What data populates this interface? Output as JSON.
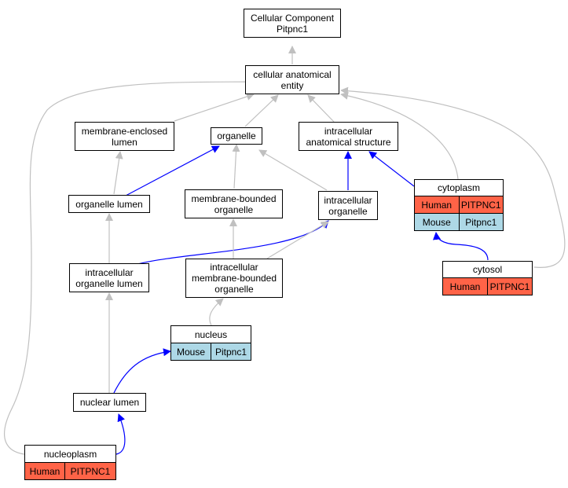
{
  "colors": {
    "is_a_edge": "#c0c0c0",
    "part_of_edge": "#0000ff",
    "human": "#ff6347",
    "mouse": "#add8e6"
  },
  "nodes": {
    "root": {
      "label": "Cellular Component\nPitpnc1"
    },
    "cae": {
      "label": "cellular anatomical\nentity"
    },
    "mel": {
      "label": "membrane-enclosed\nlumen"
    },
    "organelle": {
      "label": "organelle"
    },
    "ias": {
      "label": "intracellular\nanatomical structure"
    },
    "cytoplasm": {
      "label": "cytoplasm",
      "rows": [
        {
          "species": "Human",
          "gene": "PITPNC1"
        },
        {
          "species": "Mouse",
          "gene": "Pitpnc1"
        }
      ]
    },
    "olumen": {
      "label": "organelle lumen"
    },
    "mbo": {
      "label": "membrane-bounded\norganelle"
    },
    "io": {
      "label": "intracellular\norganelle"
    },
    "iol": {
      "label": "intracellular\norganelle lumen"
    },
    "imbo": {
      "label": "intracellular\nmembrane-bounded\norganelle"
    },
    "cytosol": {
      "label": "cytosol",
      "rows": [
        {
          "species": "Human",
          "gene": "PITPNC1"
        }
      ]
    },
    "nucleus": {
      "label": "nucleus",
      "rows": [
        {
          "species": "Mouse",
          "gene": "Pitpnc1"
        }
      ]
    },
    "nlumen": {
      "label": "nuclear lumen"
    },
    "nucleoplasm": {
      "label": "nucleoplasm",
      "rows": [
        {
          "species": "Human",
          "gene": "PITPNC1"
        }
      ]
    }
  }
}
